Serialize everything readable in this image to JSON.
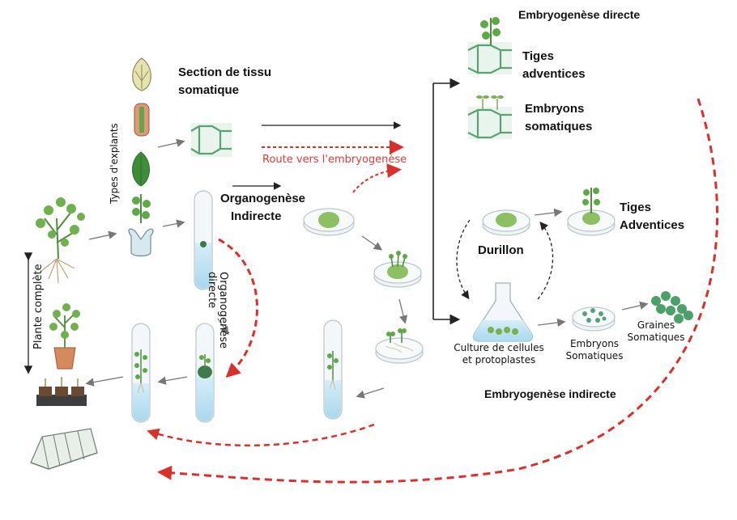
{
  "labels": {
    "section_tissu_l1": "Section de tissu",
    "section_tissu_l2": "somatique",
    "types_explants": "Types d'explants",
    "route_embryogenese": "Route vers l'embryogenèse",
    "organogenese_indirecte_l1": "Organogenèse",
    "organogenese_indirecte_l2": "Indirecte",
    "organogenese_directe_l1": "Organogenèse",
    "organogenese_directe_l2": "directe",
    "plante_complete": "Plante complète",
    "embryogenese_directe": "Embryogenèse directe",
    "tiges_adventices_l1": "Tiges",
    "tiges_adventices_l2": "adventices",
    "embryons_somatiques_l1": "Embryons",
    "embryons_somatiques_l2": "somatiques",
    "durillon": "Durillon",
    "tiges_adventices2_l1": "Tiges",
    "tiges_adventices2_l2": "Adventices",
    "culture_l1": "Culture de cellules",
    "culture_l2": "et protoplastes",
    "embryons_som2_l1": "Embryons",
    "embryons_som2_l2": "Somatiques",
    "graines_l1": "Graines",
    "graines_l2": "Somatiques",
    "embryogenese_indirecte": "Embryogenèse indirecte"
  },
  "colors": {
    "leaf_green": "#5fa84a",
    "callus_green": "#8cc063",
    "tube_blue": "#bfe3f2",
    "red_dashed": "#d9302c",
    "arrow_black": "#222222"
  }
}
